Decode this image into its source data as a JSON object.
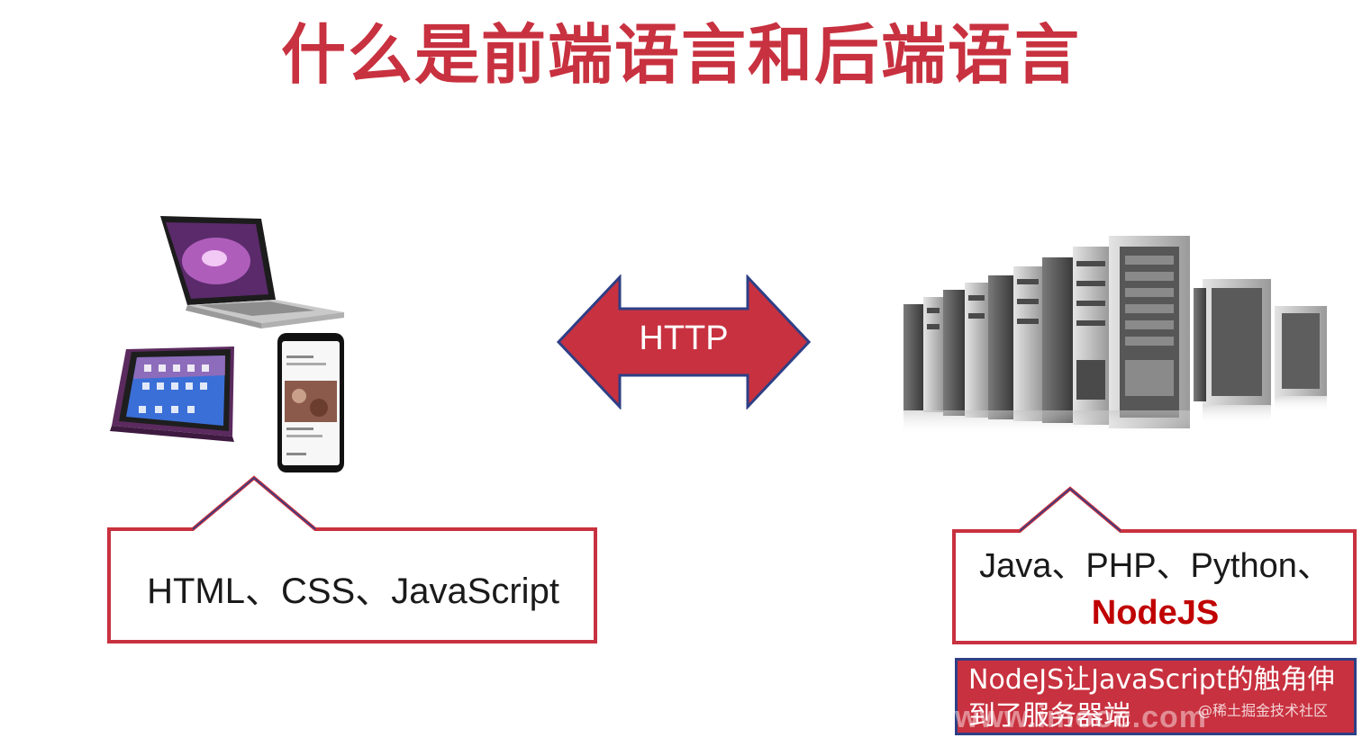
{
  "slide": {
    "title": "什么是前端语言和后端语言",
    "http_label": "HTTP",
    "frontend_languages": "HTML、CSS、JavaScript",
    "backend_languages_line1": "Java、PHP、Python、",
    "backend_languages_line2": "NodeJS",
    "note": "NodeJS让JavaScript的触角伸到了服务器端",
    "watermark_site": "www.imooc.com",
    "watermark_credit": "@稀土掘金技术社区"
  },
  "icons": {
    "client_devices": "laptop-tablet-phone-icon",
    "server_rack": "server-rack-icon",
    "arrow": "double-arrow-icon"
  },
  "colors": {
    "accent_red": "#c8313f",
    "arrow_border": "#2e3f86",
    "nodejs_red": "#c00000"
  }
}
